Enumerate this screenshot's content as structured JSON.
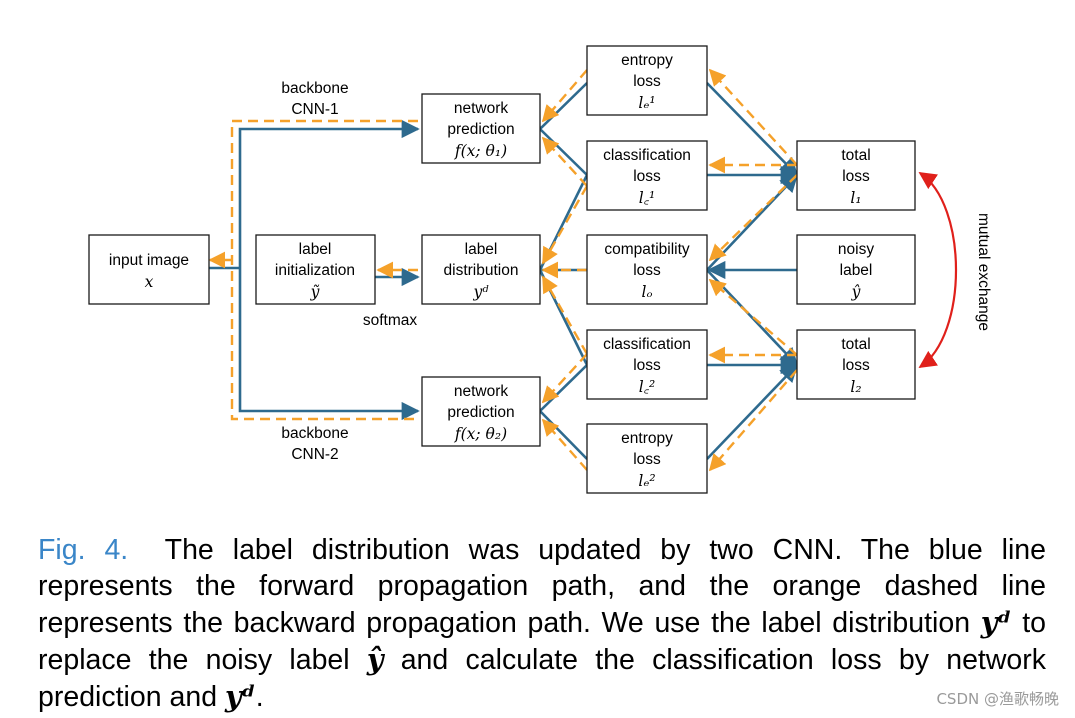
{
  "diagram": {
    "nodes": {
      "input_image": {
        "line1": "input image",
        "line2": "x"
      },
      "label_init": {
        "line1": "label",
        "line2": "initialization",
        "line3": "ỹ"
      },
      "label_dist": {
        "line1": "label",
        "line2": "distribution",
        "line3": "yᵈ"
      },
      "net_pred_1": {
        "line1": "network",
        "line2": "prediction",
        "line3": "f(x; θ₁)"
      },
      "net_pred_2": {
        "line1": "network",
        "line2": "prediction",
        "line3": "f(x; θ₂)"
      },
      "entropy_1": {
        "line1": "entropy",
        "line2": "loss",
        "line3": "lₑ¹"
      },
      "class_1": {
        "line1": "classification",
        "line2": "loss",
        "line3": "l꜀¹"
      },
      "compat": {
        "line1": "compatibility",
        "line2": "loss",
        "line3": "lₒ"
      },
      "class_2": {
        "line1": "classification",
        "line2": "loss",
        "line3": "l꜀²"
      },
      "entropy_2": {
        "line1": "entropy",
        "line2": "loss",
        "line3": "lₑ²"
      },
      "total_1": {
        "line1": "total",
        "line2": "loss",
        "line3": "l₁"
      },
      "noisy": {
        "line1": "noisy",
        "line2": "label",
        "line3": "ŷ"
      },
      "total_2": {
        "line1": "total",
        "line2": "loss",
        "line3": "l₂"
      }
    },
    "labels": {
      "backbone1_a": "backbone",
      "backbone1_b": "CNN-1",
      "backbone2_a": "backbone",
      "backbone2_b": "CNN-2",
      "softmax": "softmax",
      "mutual_exchange": "mutual exchange"
    },
    "colors": {
      "forward_path": "#2e6a8e",
      "backward_path": "#f5a12a",
      "mutual_exchange_arrow": "#e0201b",
      "figure_ref": "#3a86c8"
    }
  },
  "caption": {
    "fig_ref": "Fig. 4.",
    "part1": "The label distribution was updated by two CNN. The blue line represents the forward propagation path, and the orange dashed line represents the backward propagation path. We use the label distribution",
    "math_yd_1": "yᵈ",
    "part2": "to replace the noisy label",
    "math_yhat": "ŷ",
    "part3": "and calculate the classification loss by network prediction and",
    "math_yd_2": "yᵈ",
    "part4": "."
  },
  "watermark": "CSDN @渔歌畅晚"
}
